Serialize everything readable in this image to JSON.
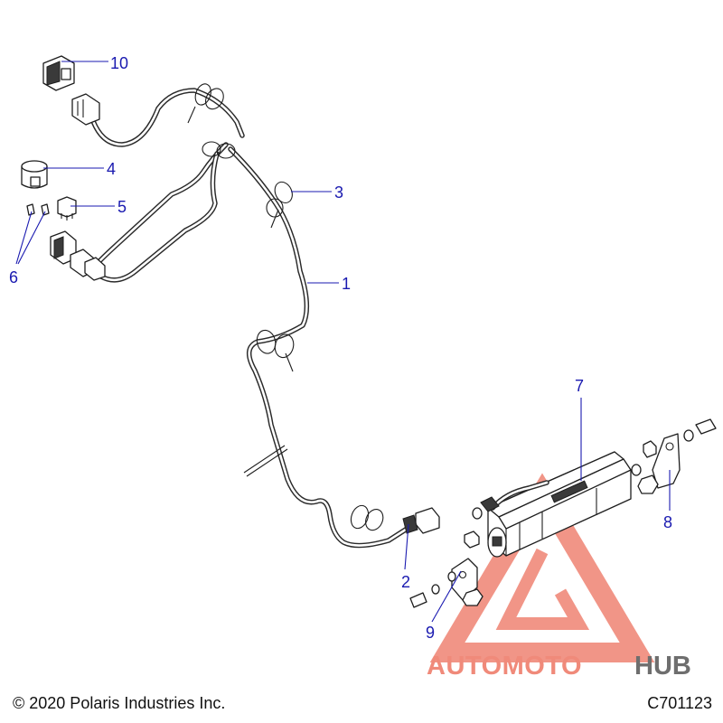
{
  "callouts": [
    {
      "id": "1",
      "label": "1"
    },
    {
      "id": "2",
      "label": "2"
    },
    {
      "id": "3",
      "label": "3"
    },
    {
      "id": "4",
      "label": "4"
    },
    {
      "id": "5",
      "label": "5"
    },
    {
      "id": "6",
      "label": "6"
    },
    {
      "id": "7",
      "label": "7"
    },
    {
      "id": "8",
      "label": "8"
    },
    {
      "id": "9",
      "label": "9"
    },
    {
      "id": "10",
      "label": "10"
    }
  ],
  "watermark": {
    "text_part1": "AUTOMOTO",
    "text_part2": "HUB",
    "color_primary": "#f08a7a",
    "color_secondary": "#f5c242",
    "color_hub": "#6e6e6e"
  },
  "footer": {
    "copyright": "© 2020 Polaris Industries Inc.",
    "code": "C701123"
  },
  "colors": {
    "callout": "#1a1ab0",
    "line": "#1e1e1e"
  }
}
